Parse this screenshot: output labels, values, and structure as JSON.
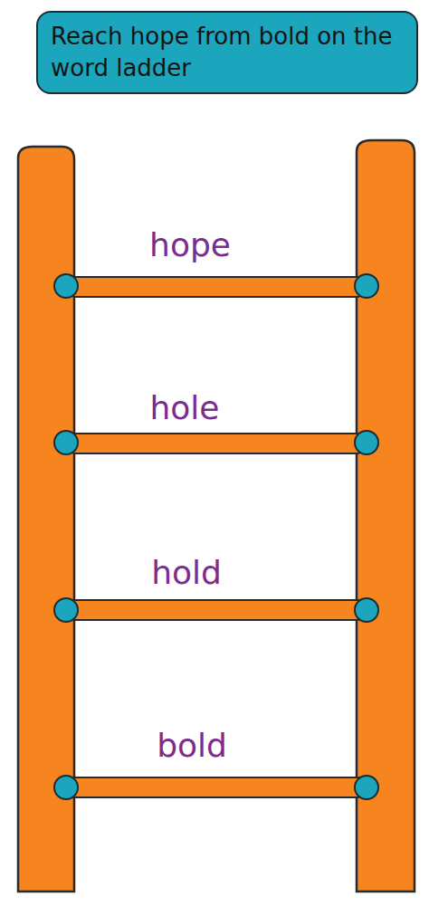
{
  "diagram": {
    "nodes": [
      {
        "text": [
          "Reach hope from bold on the word ladder"
        ]
      }
    ],
    "labels": [
      "hope",
      "hole",
      "hold",
      "bold"
    ]
  }
}
